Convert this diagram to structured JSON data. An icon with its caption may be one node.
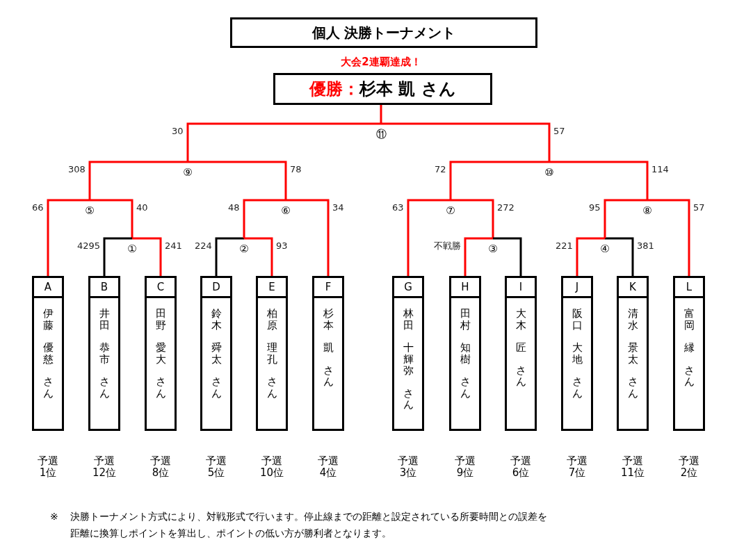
{
  "diagram": {
    "title": "個人 決勝トーナメント",
    "nodes": [
      {
        "text": [
          "優勝：",
          "杉本 凱 さん"
        ],
        "beside": [
          "大会2連覇達成！"
        ]
      },
      {
        "text": [
          "⑪"
        ]
      },
      {
        "text": [
          "⑨"
        ]
      },
      {
        "text": [
          "⑩"
        ]
      },
      {
        "text": [
          "⑤"
        ]
      },
      {
        "text": [
          "⑥"
        ]
      },
      {
        "text": [
          "⑦"
        ]
      },
      {
        "text": [
          "⑧"
        ]
      },
      {
        "text": [
          "①"
        ]
      },
      {
        "text": [
          "②"
        ]
      },
      {
        "text": [
          "③"
        ]
      },
      {
        "text": [
          "④"
        ]
      },
      {
        "text": [
          "A",
          "伊藤",
          "優慈",
          "さん"
        ],
        "beside": [
          "予選1位"
        ]
      },
      {
        "text": [
          "B",
          "井田",
          "恭市",
          "さん"
        ],
        "beside": [
          "予選12位"
        ]
      },
      {
        "text": [
          "C",
          "田野",
          "愛大",
          "さん"
        ],
        "beside": [
          "予選8位"
        ]
      },
      {
        "text": [
          "D",
          "鈴木",
          "舜太",
          "さん"
        ],
        "beside": [
          "予選5位"
        ]
      },
      {
        "text": [
          "E",
          "柏原",
          "理孔",
          "さん"
        ],
        "beside": [
          "予選10位"
        ]
      },
      {
        "text": [
          "F",
          "杉本",
          "凱",
          "さん"
        ],
        "beside": [
          "予選4位"
        ]
      },
      {
        "text": [
          "G",
          "林田",
          "十輝弥",
          "さん"
        ],
        "beside": [
          "予選3位"
        ]
      },
      {
        "text": [
          "H",
          "田村",
          "知樹",
          "さん"
        ],
        "beside": [
          "予選9位"
        ]
      },
      {
        "text": [
          "I",
          "大木",
          "匠",
          "さん"
        ],
        "beside": [
          "予選6位"
        ]
      },
      {
        "text": [
          "J",
          "阪口",
          "大地",
          "さん"
        ],
        "beside": [
          "予選7位"
        ]
      },
      {
        "text": [
          "K",
          "清水",
          "景太",
          "さん"
        ],
        "beside": [
          "予選11位"
        ]
      },
      {
        "text": [
          "L",
          "富岡",
          "縁",
          "さん"
        ],
        "beside": [
          "予選2位"
        ]
      }
    ],
    "edges": [
      {
        "from": 12,
        "to": 4,
        "arrow": "none",
        "label": "66"
      },
      {
        "from": 8,
        "to": 4,
        "arrow": "none",
        "label": "40"
      },
      {
        "from": 13,
        "to": 8,
        "arrow": "none",
        "label": "4295",
        "color": "#000000"
      },
      {
        "from": 14,
        "to": 8,
        "arrow": "none",
        "label": "241"
      },
      {
        "from": 15,
        "to": 9,
        "arrow": "none",
        "label": "224",
        "color": "#000000"
      },
      {
        "from": 16,
        "to": 9,
        "arrow": "none",
        "label": "93"
      },
      {
        "from": 9,
        "to": 5,
        "arrow": "none",
        "label": "48"
      },
      {
        "from": 17,
        "to": 5,
        "arrow": "none",
        "label": "34"
      },
      {
        "from": 4,
        "to": 2,
        "arrow": "none",
        "label": "308"
      },
      {
        "from": 5,
        "to": 2,
        "arrow": "none",
        "label": "78"
      },
      {
        "from": 18,
        "to": 6,
        "arrow": "none",
        "label": "63"
      },
      {
        "from": 10,
        "to": 6,
        "arrow": "none",
        "label": "272"
      },
      {
        "from": 19,
        "to": 10,
        "arrow": "none",
        "label": "不戦勝"
      },
      {
        "from": 20,
        "to": 10,
        "arrow": "none",
        "color": "#000000"
      },
      {
        "from": 21,
        "to": 11,
        "arrow": "none",
        "label": "221"
      },
      {
        "from": 22,
        "to": 11,
        "arrow": "none",
        "label": "381",
        "color": "#000000"
      },
      {
        "from": 11,
        "to": 7,
        "arrow": "none",
        "label": "95"
      },
      {
        "from": 23,
        "to": 7,
        "arrow": "none",
        "label": "57"
      },
      {
        "from": 6,
        "to": 3,
        "arrow": "none",
        "label": "72"
      },
      {
        "from": 7,
        "to": 3,
        "arrow": "none",
        "label": "114"
      },
      {
        "from": 2,
        "to": 1,
        "arrow": "none",
        "label": "30"
      },
      {
        "from": 3,
        "to": 1,
        "arrow": "none",
        "label": "57"
      },
      {
        "from": 1,
        "to": 0,
        "arrow": "none"
      }
    ],
    "labels": [
      "※",
      "決勝トーナメント方式により、対戦形式で行います。停止線までの距離と設定されている所要時間との誤差を距離に換算しポイントを算出し、ポイントの低い方が勝利者となります。"
    ]
  }
}
